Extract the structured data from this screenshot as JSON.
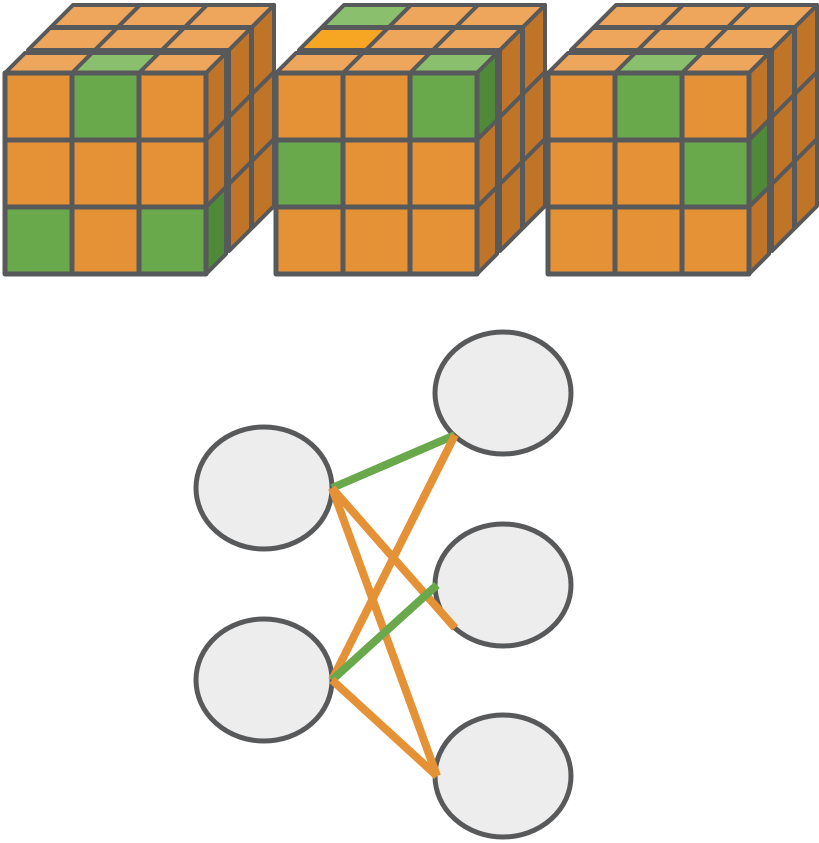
{
  "colors": {
    "orange": "#e59136",
    "orange_top": "#eea55c",
    "orange_side": "#bf7428",
    "green": "#69a94c",
    "green_top": "#8ac06d",
    "green_side": "#4e8a37",
    "highlight": "#f6a623",
    "stroke": "#58595b",
    "node_fill": "#ededed",
    "edge_green": "#69a94c",
    "edge_orange": "#e59136"
  },
  "cubes": [
    {
      "front": [
        [
          "orange",
          "green",
          "orange"
        ],
        [
          "orange",
          "orange",
          "orange"
        ],
        [
          "green",
          "orange",
          "green"
        ]
      ],
      "top_rows_visible": [
        [
          "orange",
          "orange",
          "orange"
        ],
        [
          "orange",
          "orange",
          "orange"
        ],
        [
          "orange",
          "green",
          "orange"
        ]
      ],
      "side_green_rows": [
        2
      ]
    },
    {
      "front": [
        [
          "orange",
          "orange",
          "green"
        ],
        [
          "green",
          "orange",
          "orange"
        ],
        [
          "orange",
          "orange",
          "orange"
        ]
      ],
      "top_rows_visible": [
        [
          "green",
          "orange",
          "orange"
        ],
        [
          "highlight",
          "orange",
          "orange"
        ],
        [
          "orange",
          "orange",
          "green"
        ]
      ],
      "side_green_rows": [
        0
      ]
    },
    {
      "front": [
        [
          "orange",
          "green",
          "orange"
        ],
        [
          "orange",
          "orange",
          "green"
        ],
        [
          "orange",
          "orange",
          "orange"
        ]
      ],
      "top_rows_visible": [
        [
          "orange",
          "orange",
          "orange"
        ],
        [
          "orange",
          "orange",
          "orange"
        ],
        [
          "orange",
          "green",
          "orange"
        ]
      ],
      "side_green_rows": [
        1
      ]
    }
  ],
  "graph": {
    "left_nodes": [
      "l1",
      "l2"
    ],
    "right_nodes": [
      "r1",
      "r2",
      "r3"
    ],
    "edges": [
      {
        "from": "l1",
        "to": "r1",
        "color": "green"
      },
      {
        "from": "l1",
        "to": "r2",
        "color": "orange"
      },
      {
        "from": "l1",
        "to": "r3",
        "color": "orange"
      },
      {
        "from": "l2",
        "to": "r1",
        "color": "orange"
      },
      {
        "from": "l2",
        "to": "r2",
        "color": "green"
      },
      {
        "from": "l2",
        "to": "r3",
        "color": "orange"
      }
    ]
  }
}
